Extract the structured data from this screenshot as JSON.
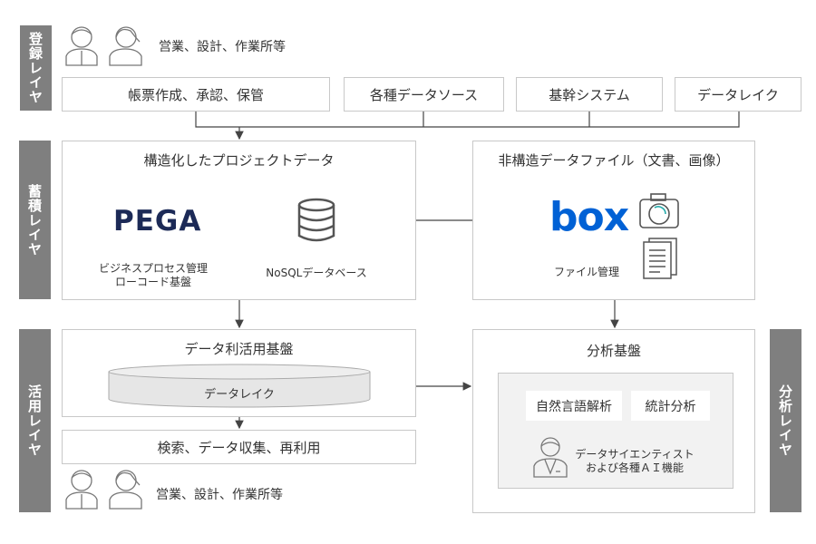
{
  "layers": {
    "register": "登録レイヤ",
    "store": "蓄積レイヤ",
    "use": "活用レイヤ",
    "analysis": "分析レイヤ"
  },
  "top_users": "営業、設計、作業所等",
  "sources": [
    "帳票作成、承認、保管",
    "各種データソース",
    "基幹システム",
    "データレイク"
  ],
  "structured": {
    "title": "構造化したプロジェクトデータ",
    "pega_logo": "PEGA",
    "pega_caption_1": "ビジネスプロセス管理",
    "pega_caption_2": "ローコード基盤",
    "db_caption": "NoSQLデータベース"
  },
  "unstructured": {
    "title": "非構造データファイル（文書、画像）",
    "box_logo": "box",
    "caption": "ファイル管理"
  },
  "utilization": {
    "title": "データ利活用基盤",
    "lake": "データレイク"
  },
  "search": "検索、データ収集、再利用",
  "bottom_users": "営業、設計、作業所等",
  "analysis": {
    "title": "分析基盤",
    "nlp": "自然言語解析",
    "stats": "統計分析",
    "ds_1": "データサイエンティスト",
    "ds_2": "および各種ＡＩ機能"
  },
  "colors": {
    "layer": "#7f7f7f",
    "pega": "#1c2a57",
    "box": "#0061d5"
  }
}
